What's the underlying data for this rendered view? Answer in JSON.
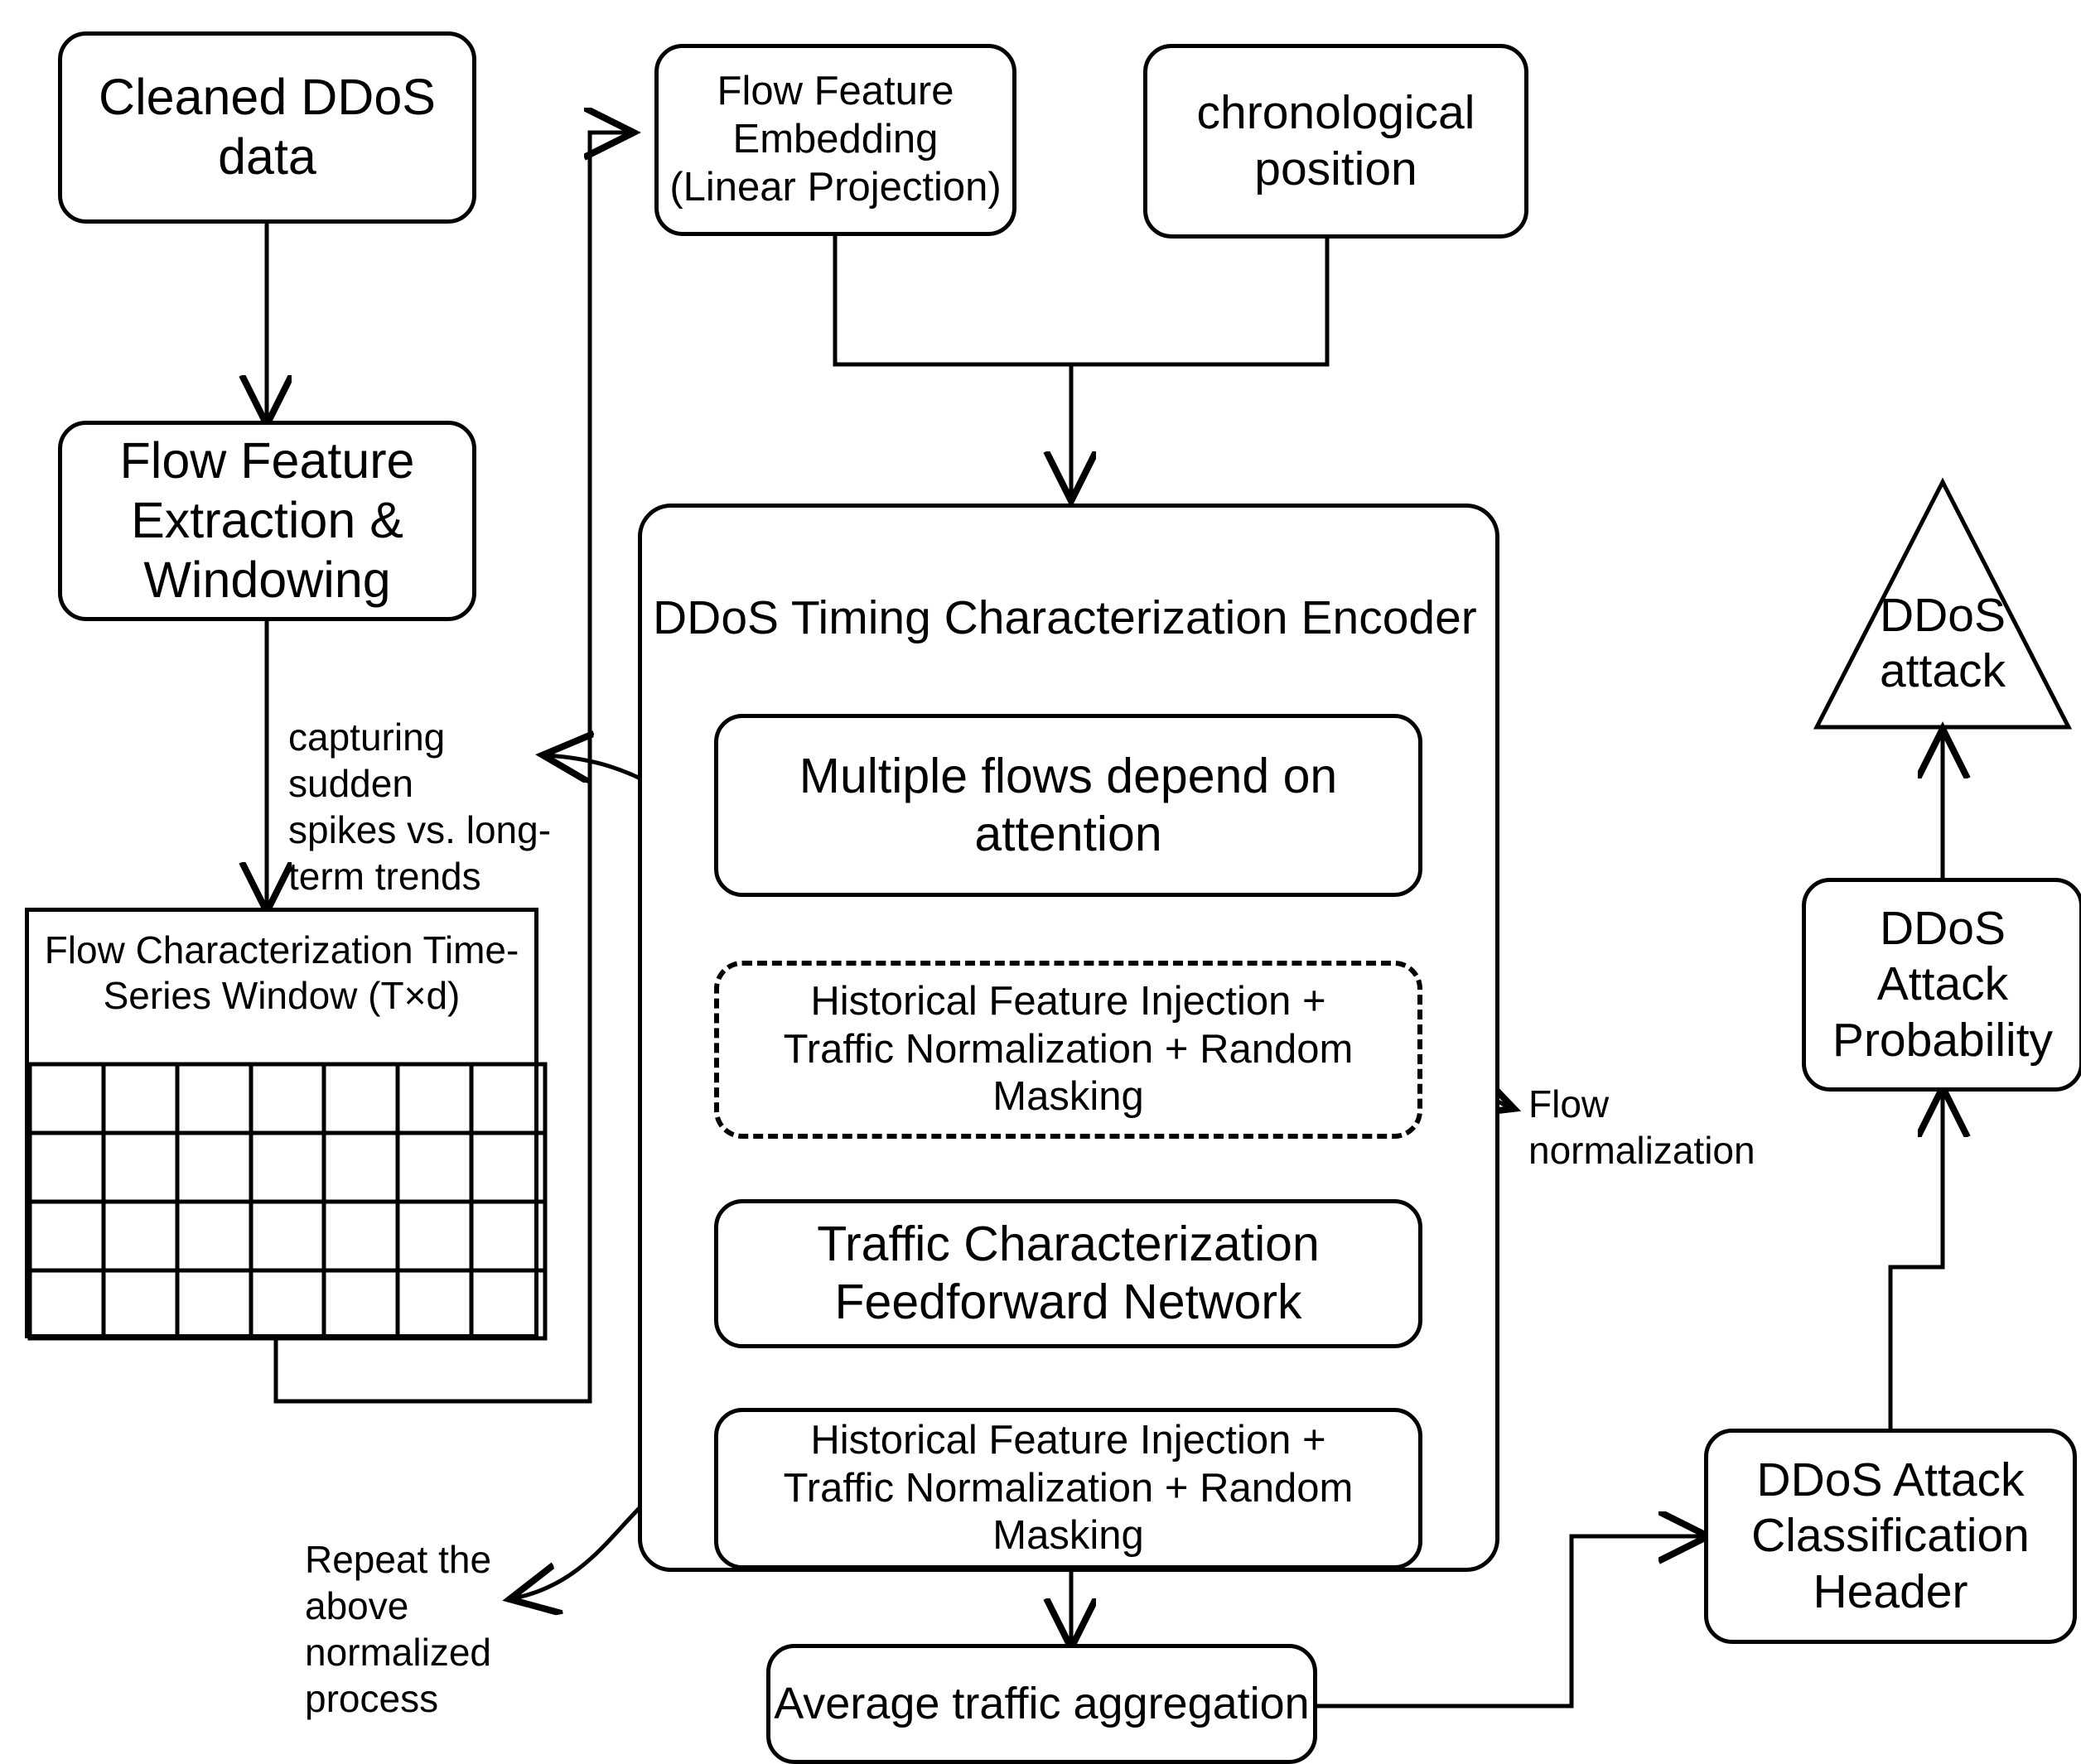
{
  "diagram": {
    "title": "DDoS detection transformer pipeline",
    "stroke_color": "#000000",
    "background_color": "#ffffff"
  },
  "nodes": {
    "cleaned_data": "Cleaned DDoS\ndata",
    "feature_extraction": "Flow Feature\nExtraction &\nWindowing",
    "flow_embedding": "Flow Feature\nEmbedding\n(Linear Projection)",
    "chronological_position": "chronological\nposition",
    "encoder_title": "DDoS Timing Characterization Encoder",
    "attention": "Multiple flows depend on\nattention",
    "addnorm_top": "Historical Feature Injection +\nTraffic Normalization + Random\nMasking",
    "feedforward": "Traffic Characterization\nFeedforward Network",
    "addnorm_bottom": "Historical Feature Injection +\nTraffic Normalization + Random\nMasking",
    "average_pooling": "Average traffic aggregation",
    "classification_header": "DDoS Attack\nClassification\nHeader",
    "attack_probability": "DDoS\nAttack\nProbability",
    "ddos_attack": "DDoS\nattack",
    "time_series_window_title": "Flow Characterization Time-\nSeries Window (T×d)"
  },
  "annotations": {
    "capturing": "capturing sudden\nspikes vs. long-\nterm trends",
    "flow_normalization": "Flow\nnormalization",
    "repeat": "Repeat the\nabove\nnormalized\nprocess"
  },
  "grid": {
    "columns": 7,
    "rows": 4
  }
}
